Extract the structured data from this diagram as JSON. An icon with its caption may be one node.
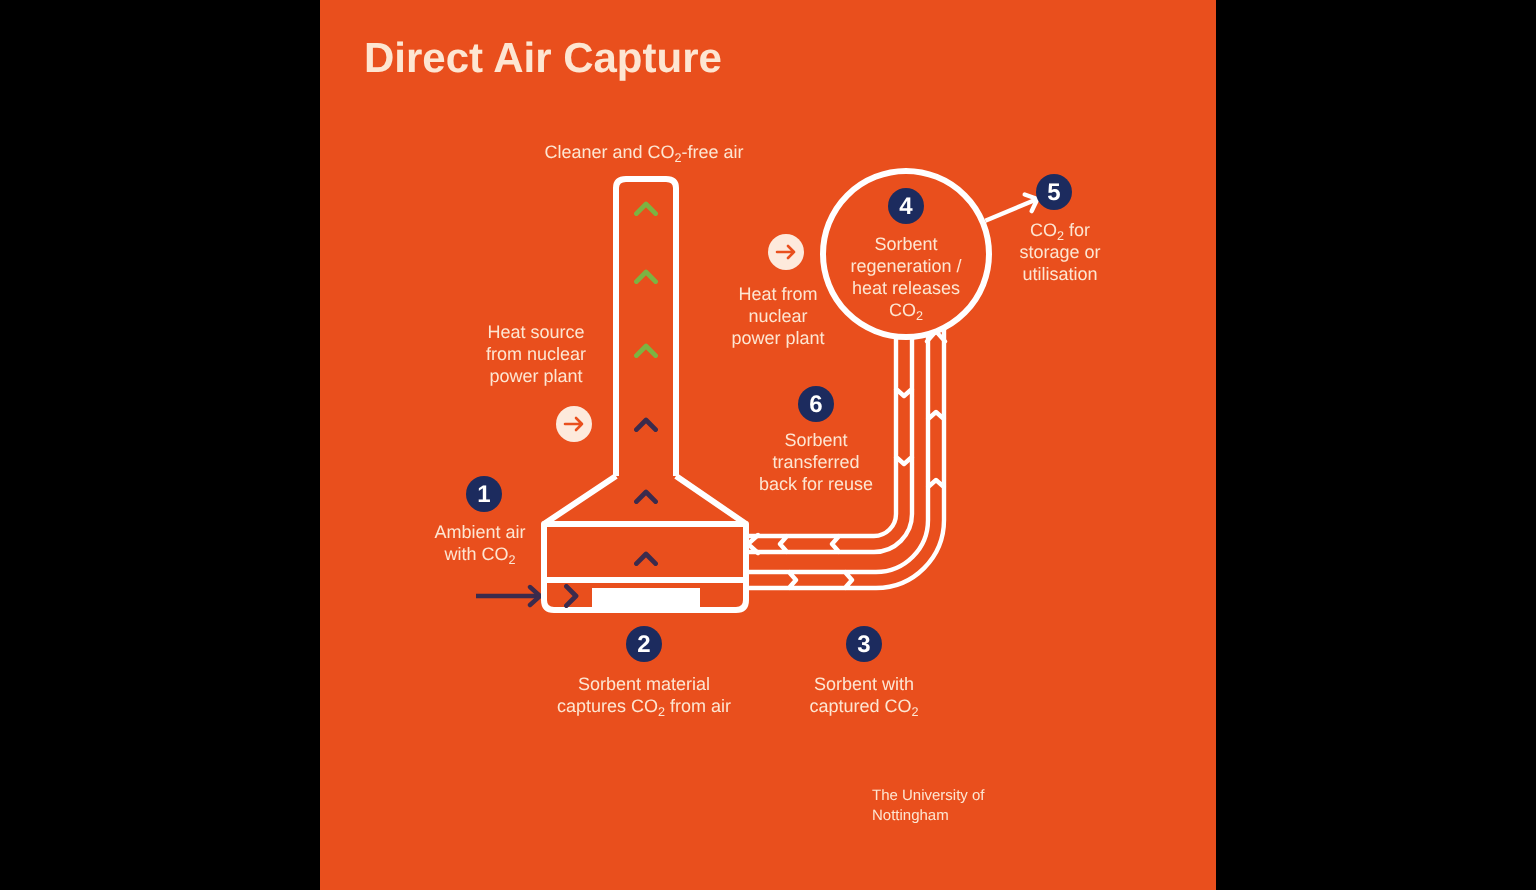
{
  "diagram": {
    "title": "Direct Air Capture",
    "nodes": [
      {
        "text": [],
        "shape": "tower"
      },
      {
        "text": [
          "Sorbent regeneration / heat releases CO$_{2}$"
        ]
      },
      {
        "text": [
          "4"
        ],
        "in": 1
      },
      {
        "text": [
          "5"
        ],
        "beside": [
          "CO$_{2}$ for storage or utilisation"
        ]
      },
      {
        "text": [
          "6"
        ],
        "beside": [
          "Sorbent transferred back for reuse"
        ]
      },
      {
        "text": [
          "1"
        ],
        "beside": [
          "Ambient air with CO$_{2}$"
        ]
      },
      {
        "text": [
          "2"
        ],
        "beside": [
          "Sorbent material captures CO$_{2}$ from air"
        ]
      },
      {
        "text": [
          "3"
        ],
        "beside": [
          "Sorbent with captured CO$_{2}$"
        ]
      }
    ],
    "edges": [
      {
        "from": 0,
        "to": 1,
        "arrow": "to"
      },
      {
        "from": 1,
        "to": 0,
        "arrow": "to"
      },
      {
        "from": 1,
        "to": 3,
        "arrow": "to"
      },
      {
        "from": null,
        "to": 0,
        "arrow": "to",
        "color": "#3b2b4d"
      }
    ],
    "labels": [
      "Cleaner and CO$_{2}$-free air",
      "Heat source from nuclear power plant",
      "Heat from nuclear power plant",
      "The University of Nottingham"
    ]
  }
}
